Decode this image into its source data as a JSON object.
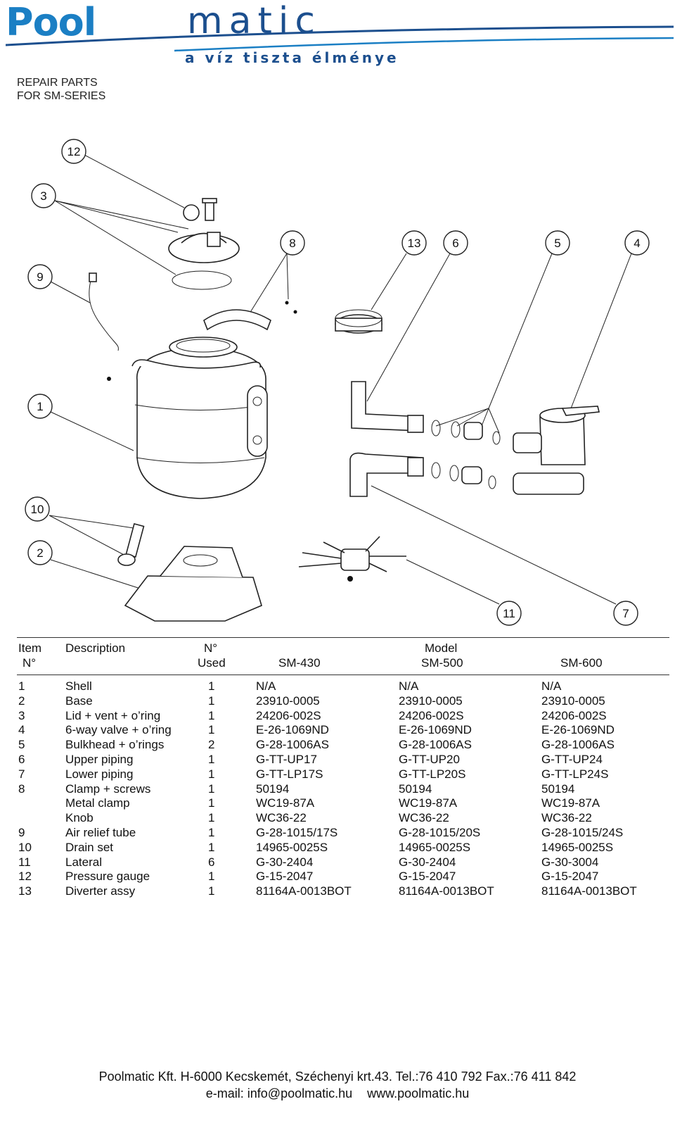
{
  "header": {
    "logo_pool": "Pool",
    "logo_matic": "matic",
    "tagline": "a víz tiszta élménye",
    "brand_blue": "#1b7fc4",
    "brand_dark_blue": "#1c4f8e"
  },
  "title": {
    "line1": "REPAIR PARTS",
    "line2": "FOR SM-SERIES"
  },
  "diagram": {
    "callouts": [
      "12",
      "3",
      "9",
      "8",
      "13",
      "6",
      "5",
      "4",
      "1",
      "10",
      "2",
      "11",
      "7"
    ]
  },
  "table": {
    "headers": {
      "item_1": "Item",
      "item_2": "N°",
      "description": "Description",
      "used_1": "N°",
      "used_2": "Used",
      "model": "Model",
      "sm430": "SM-430",
      "sm500": "SM-500",
      "sm600": "SM-600"
    },
    "rows": [
      {
        "item": "1",
        "description": "Shell",
        "used": "1",
        "sm430": "N/A",
        "sm500": "N/A",
        "sm600": "N/A"
      },
      {
        "item": "2",
        "description": "Base",
        "used": "1",
        "sm430": "23910-0005",
        "sm500": "23910-0005",
        "sm600": "23910-0005"
      },
      {
        "item": "3",
        "description": "Lid + vent + o’ring",
        "used": "1",
        "sm430": "24206-002S",
        "sm500": "24206-002S",
        "sm600": "24206-002S"
      },
      {
        "item": "4",
        "description": "6-way valve + o’ring",
        "used": "1",
        "sm430": "E-26-1069ND",
        "sm500": "E-26-1069ND",
        "sm600": "E-26-1069ND"
      },
      {
        "item": "5",
        "description": "Bulkhead + o’rings",
        "used": "2",
        "sm430": "G-28-1006AS",
        "sm500": "G-28-1006AS",
        "sm600": "G-28-1006AS"
      },
      {
        "item": "6",
        "description": "Upper piping",
        "used": "1",
        "sm430": "G-TT-UP17",
        "sm500": "G-TT-UP20",
        "sm600": "G-TT-UP24"
      },
      {
        "item": "7",
        "description": "Lower piping",
        "used": "1",
        "sm430": "G-TT-LP17S",
        "sm500": "G-TT-LP20S",
        "sm600": "G-TT-LP24S"
      },
      {
        "item": "8",
        "description": "Clamp + screws",
        "used": "1",
        "sm430": "50194",
        "sm500": "50194",
        "sm600": "50194"
      },
      {
        "item": "",
        "description": "Metal clamp",
        "used": "1",
        "sm430": "WC19-87A",
        "sm500": "WC19-87A",
        "sm600": "WC19-87A"
      },
      {
        "item": "",
        "description": "Knob",
        "used": "1",
        "sm430": "WC36-22",
        "sm500": "WC36-22",
        "sm600": "WC36-22"
      },
      {
        "item": "9",
        "description": "Air relief tube",
        "used": "1",
        "sm430": "G-28-1015/17S",
        "sm500": "G-28-1015/20S",
        "sm600": "G-28-1015/24S"
      },
      {
        "item": "10",
        "description": "Drain set",
        "used": "1",
        "sm430": "14965-0025S",
        "sm500": "14965-0025S",
        "sm600": "14965-0025S"
      },
      {
        "item": "11",
        "description": "Lateral",
        "used": "6",
        "sm430": "G-30-2404",
        "sm500": "G-30-2404",
        "sm600": "G-30-3004"
      },
      {
        "item": "12",
        "description": "Pressure gauge",
        "used": "1",
        "sm430": "G-15-2047",
        "sm500": "G-15-2047",
        "sm600": "G-15-2047"
      },
      {
        "item": "13",
        "description": "Diverter assy",
        "used": "1",
        "sm430": "81164A-0013BOT",
        "sm500": "81164A-0013BOT",
        "sm600": "81164A-0013BOT"
      }
    ]
  },
  "footer": {
    "address": "Poolmatic Kft. H-6000 Kecskemét, Széchenyi krt.43. Tel.:76 410 792 Fax.:76 411 842",
    "email": "e-mail: info@poolmatic.hu",
    "website": "www.poolmatic.hu"
  }
}
